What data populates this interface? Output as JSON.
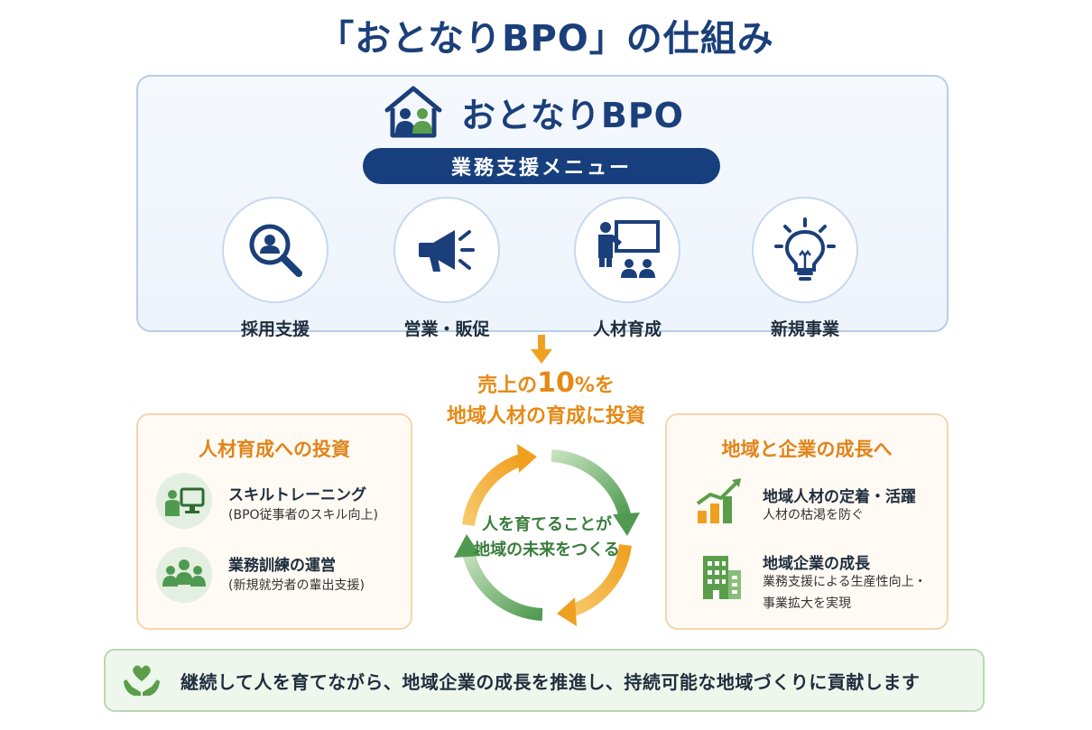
{
  "title": "「おとなりBPO」の仕組み",
  "bpo": {
    "brand": "おとなりBPO",
    "menu_label": "業務支援メニュー",
    "services": [
      {
        "label": "採用支援",
        "icon": "search-person-icon"
      },
      {
        "label": "営業・販促",
        "icon": "megaphone-icon"
      },
      {
        "label": "人材育成",
        "icon": "training-board-icon"
      },
      {
        "label": "新規事業",
        "icon": "lightbulb-icon"
      }
    ]
  },
  "invest": {
    "line1_pre": "売上の",
    "line1_num": "10",
    "line1_post": "%を",
    "line2": "地域人材の育成に投資"
  },
  "left_box": {
    "title": "人材育成への投資",
    "items": [
      {
        "main": "スキルトレーニング",
        "sub": "(BPO従事者のスキル向上)",
        "icon": "computer-training-icon"
      },
      {
        "main": "業務訓練の運営",
        "sub": "(新規就労者の輩出支援)",
        "icon": "group-icon"
      }
    ]
  },
  "cycle": {
    "line1": "人を育てることが",
    "line2": "地域の未来をつくる"
  },
  "right_box": {
    "title": "地域と企業の成長へ",
    "items": [
      {
        "main": "地域人材の定着・活躍",
        "sub1": "人材の枯渇を防ぐ",
        "icon": "growth-chart-icon"
      },
      {
        "main": "地域企業の成長",
        "sub1": "業務支援による生産性向上・",
        "sub2": "事業拡大を実現",
        "icon": "building-icon"
      }
    ]
  },
  "footer": {
    "text": "継続して人を育てながら、地域企業の成長を推進し、持続可能な地域づくりに貢献します",
    "icon": "heart-hands-icon"
  },
  "colors": {
    "navy": "#1b3f7a",
    "orange": "#e58a16",
    "green": "#4f9a50",
    "light_blue": "#eef4fc"
  }
}
